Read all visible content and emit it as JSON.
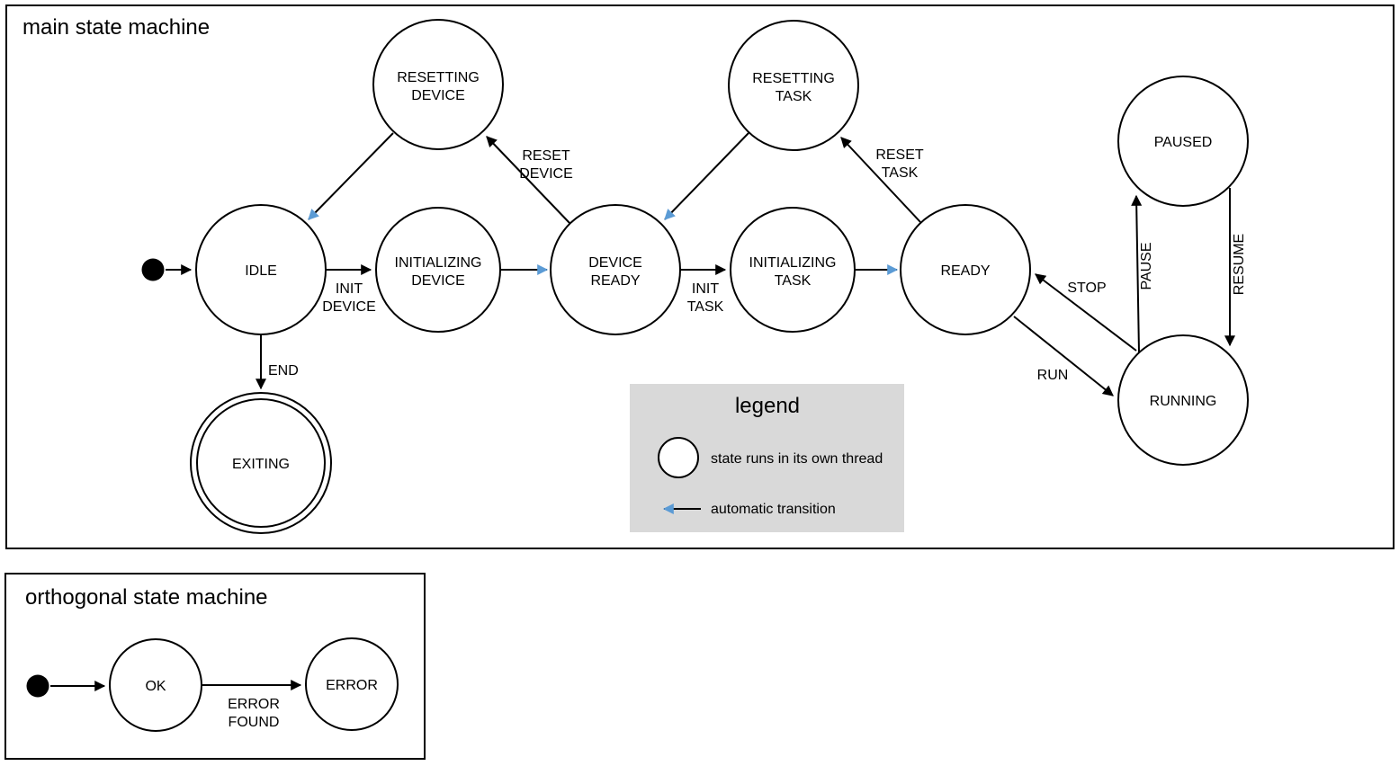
{
  "colors": {
    "threaded_state_fill": "#b4c7e7",
    "state_stroke": "#000000",
    "automatic_transition": "#5b9bd5",
    "legend_background": "#d9d9d9"
  },
  "main_machine": {
    "title": "main state machine",
    "states": {
      "idle": {
        "label": "IDLE",
        "threaded": false
      },
      "initializing_device": {
        "line1": "INITIALIZING",
        "line2": "DEVICE",
        "threaded": true
      },
      "device_ready": {
        "line1": "DEVICE",
        "line2": "READY",
        "threaded": false
      },
      "initializing_task": {
        "line1": "INITIALIZING",
        "line2": "TASK",
        "threaded": true
      },
      "ready": {
        "label": "READY",
        "threaded": false
      },
      "resetting_device": {
        "line1": "RESETTING",
        "line2": "DEVICE",
        "threaded": true
      },
      "resetting_task": {
        "line1": "RESETTING",
        "line2": "TASK",
        "threaded": true
      },
      "paused": {
        "label": "PAUSED",
        "threaded": true
      },
      "running": {
        "label": "RUNNING",
        "threaded": true
      },
      "exiting": {
        "label": "EXITING",
        "threaded": true,
        "final": true
      }
    },
    "transitions": {
      "start_to_idle": {
        "from": "start",
        "to": "IDLE",
        "automatic": false
      },
      "idle_to_initializing_device": {
        "label_line1": "INIT",
        "label_line2": "DEVICE",
        "from": "IDLE",
        "to": "INITIALIZING DEVICE",
        "automatic": false
      },
      "initializing_device_to_device_ready": {
        "from": "INITIALIZING DEVICE",
        "to": "DEVICE READY",
        "automatic": true
      },
      "device_ready_to_initializing_task": {
        "label_line1": "INIT",
        "label_line2": "TASK",
        "from": "DEVICE READY",
        "to": "INITIALIZING TASK",
        "automatic": false
      },
      "initializing_task_to_ready": {
        "from": "INITIALIZING TASK",
        "to": "READY",
        "automatic": true
      },
      "device_ready_to_resetting_device": {
        "label_line1": "RESET",
        "label_line2": "DEVICE",
        "from": "DEVICE READY",
        "to": "RESETTING DEVICE",
        "automatic": false
      },
      "resetting_device_to_idle": {
        "from": "RESETTING DEVICE",
        "to": "IDLE",
        "automatic": true
      },
      "ready_to_resetting_task": {
        "label_line1": "RESET",
        "label_line2": "TASK",
        "from": "READY",
        "to": "RESETTING TASK",
        "automatic": false
      },
      "resetting_task_to_device_ready": {
        "from": "RESETTING TASK",
        "to": "DEVICE READY",
        "automatic": true
      },
      "idle_to_exiting": {
        "label": "END",
        "from": "IDLE",
        "to": "EXITING",
        "automatic": false
      },
      "running_to_ready": {
        "label": "STOP",
        "from": "RUNNING",
        "to": "READY",
        "automatic": false
      },
      "ready_to_running": {
        "label": "RUN",
        "from": "READY",
        "to": "RUNNING",
        "automatic": false
      },
      "running_to_paused": {
        "label": "PAUSE",
        "from": "RUNNING",
        "to": "PAUSED",
        "automatic": false
      },
      "paused_to_running": {
        "label": "RESUME",
        "from": "PAUSED",
        "to": "RUNNING",
        "automatic": false
      }
    }
  },
  "legend": {
    "title": "legend",
    "items": [
      {
        "symbol": "threaded-state-circle",
        "label": "state runs in its own thread"
      },
      {
        "symbol": "automatic-transition-arrow",
        "label": "automatic transition"
      }
    ]
  },
  "orthogonal_machine": {
    "title": "orthogonal state machine",
    "states": {
      "ok": {
        "label": "OK",
        "threaded": false
      },
      "error": {
        "label": "ERROR",
        "threaded": false
      }
    },
    "transitions": {
      "start_to_ok": {
        "from": "start",
        "to": "OK",
        "automatic": false
      },
      "ok_to_error": {
        "label_line1": "ERROR",
        "label_line2": "FOUND",
        "from": "OK",
        "to": "ERROR",
        "automatic": false
      }
    }
  }
}
